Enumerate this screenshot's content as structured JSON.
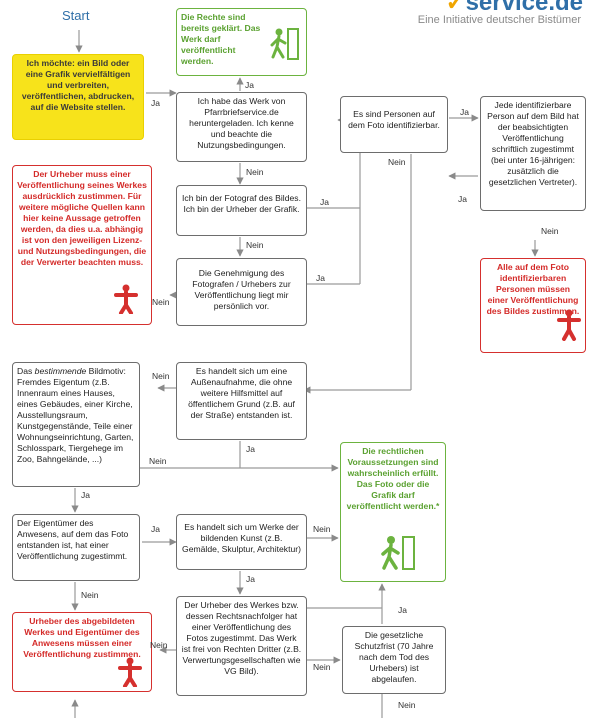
{
  "header": {
    "brand": "service.de",
    "tagline": "Eine Initiative deutscher Bistümer"
  },
  "start": "Start",
  "boxes": {
    "want": "Ich möchte: ein Bild oder eine Grafik vervielfältigen und verbreiten, veröffentlichen, abdrucken, auf die Website stellen.",
    "downloaded": "Ich habe das Werk von Pfarrbriefservice.de heruntergeladen. Ich kenne und beachte die Nutzungsbedingungen.",
    "rights_clear": "Die Rechte sind bereits geklärt. Das Werk darf veröffentlicht werden.",
    "persons": "Es sind Personen auf dem Foto identifizierbar.",
    "each_person": "Jede identifizierbare Person auf dem Bild hat der beabsichtigten Veröffentlichung schriftlich zugestimmt (bei unter 16-jährigen: zusätzlich die gesetzlichen Vertreter).",
    "all_persons": "Alle auf dem Foto identifizierbaren Personen müssen einer Veröffentlichung des Bildes zustimmen.",
    "author_must": "Der Urheber muss einer Veröffentlichung seines Werkes ausdrücklich zustimmen. Für weitere mögliche Quellen kann hier keine Aussage getroffen werden, da dies u.a. abhängig ist von den jeweiligen Lizenz- und Nutzungsbedingungen, die der Verwerter beachten muss.",
    "photographer": "Ich bin der Fotograf des Bildes. Ich bin der Urheber der Grafik.",
    "permission": "Die Genehmigung des Fotografen / Urhebers zur Veröffentlichung liegt mir persönlich vor.",
    "motif_prefix": "Das ",
    "motif_em": "bestimmende",
    "motif_rest": " Bildmotiv: Fremdes Eigentum (z.B. Innenraum eines Hauses, eines Gebäudes, einer Kirche, Ausstellungsraum, Kunstgegenstände, Teile einer Wohnungseinrichtung, Garten, Schlosspark, Tiergehege im Zoo, Bahngelände, ...)",
    "outdoor": "Es handelt sich um eine Außenaufnahme, die ohne weitere Hilfsmittel auf öffentlichem Grund (z.B. auf der Straße) entstanden ist.",
    "legal_ok": "Die rechtlichen Voraussetzungen sind wahrscheinlich erfüllt. Das Foto oder die Grafik darf veröffentlicht werden.*",
    "owner_agreed": "Der Eigentümer des Anwesens, auf dem das Foto entstanden ist, hat einer Veröffentlichung zugestimmt.",
    "art_work": "Es handelt sich um Werke der bildenden Kunst (z.B. Gemälde, Skulptur, Architektur)",
    "artist_rights": "Der Urheber des Werkes bzw. dessen Rechtsnachfolger hat einer Veröffentlichung des Fotos zugestimmt. Das Werk ist frei von Rechten Dritter (z.B. Verwertungsgesellschaften wie VG Bild).",
    "protection": "Die gesetzliche Schutzfrist (70 Jahre nach dem Tod des Urhebers) ist abgelaufen.",
    "author_owner": "Urheber des abgebildeten Werkes und Eigentümer des Anwesens müssen einer Veröffentlichung zustimmen."
  },
  "labels": {
    "yes": "Ja",
    "no": "Nein"
  },
  "colors": {
    "green": "#6cb33f",
    "red": "#d5302e",
    "yellow": "#f7e31b",
    "brand": "#2f6fa8"
  }
}
